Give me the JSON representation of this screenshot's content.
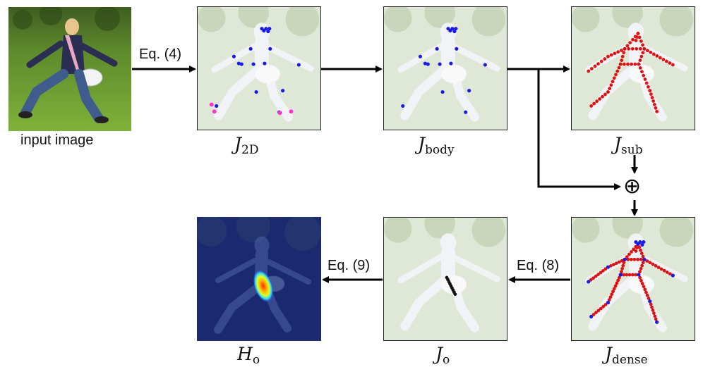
{
  "caption": {
    "input_image": "input image"
  },
  "equations": {
    "eq4": "Eq. (4)",
    "eq8": "Eq. (8)",
    "eq9": "Eq. (9)"
  },
  "labels": {
    "j2d": {
      "main": "J",
      "sub": "2D"
    },
    "jbody": {
      "main": "J",
      "sub": "body"
    },
    "jsub": {
      "main": "J",
      "sub": "sub"
    },
    "jdense": {
      "main": "J",
      "sub": "dense"
    },
    "jo": {
      "main": "J",
      "sub": "o"
    },
    "ho": {
      "main": "H",
      "sub": "o"
    }
  },
  "combine_symbol": "⊕",
  "colors": {
    "keypoint": "#1a1ae6",
    "foot_keypoint": "#ff33cc",
    "dense_skeleton": "#dd1111",
    "object_points": "#111111",
    "grass": "#4f7d2a",
    "heatmap_bg": "#1b2a6e"
  }
}
